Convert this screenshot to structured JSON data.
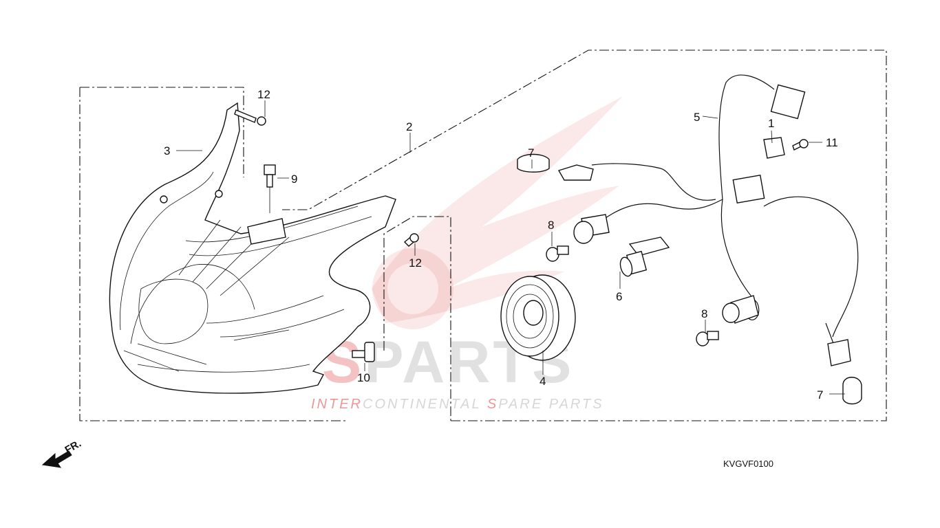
{
  "diagram": {
    "callouts": [
      {
        "id": "c1",
        "label": "1"
      },
      {
        "id": "c2",
        "label": "2"
      },
      {
        "id": "c3",
        "label": "3"
      },
      {
        "id": "c4",
        "label": "4"
      },
      {
        "id": "c5",
        "label": "5"
      },
      {
        "id": "c6",
        "label": "6"
      },
      {
        "id": "c7a",
        "label": "7"
      },
      {
        "id": "c7b",
        "label": "7"
      },
      {
        "id": "c8a",
        "label": "8"
      },
      {
        "id": "c8b",
        "label": "8"
      },
      {
        "id": "c9",
        "label": "9"
      },
      {
        "id": "c10",
        "label": "10"
      },
      {
        "id": "c11",
        "label": "11"
      },
      {
        "id": "c12a",
        "label": "12"
      },
      {
        "id": "c12b",
        "label": "12"
      }
    ],
    "front_indicator": "FR.",
    "diagram_code": "KVGVF0100",
    "watermark": {
      "brand_left": "IS",
      "brand_right": "PARTS",
      "tagline_red_1": "INTER",
      "tagline_grey_1": "CONTINENTAL ",
      "tagline_red_2": "S",
      "tagline_grey_2": "PARE PARTS"
    },
    "colors": {
      "line": "#111111",
      "watermark_red": "#e05050",
      "watermark_grey": "#c9c9c9"
    }
  }
}
